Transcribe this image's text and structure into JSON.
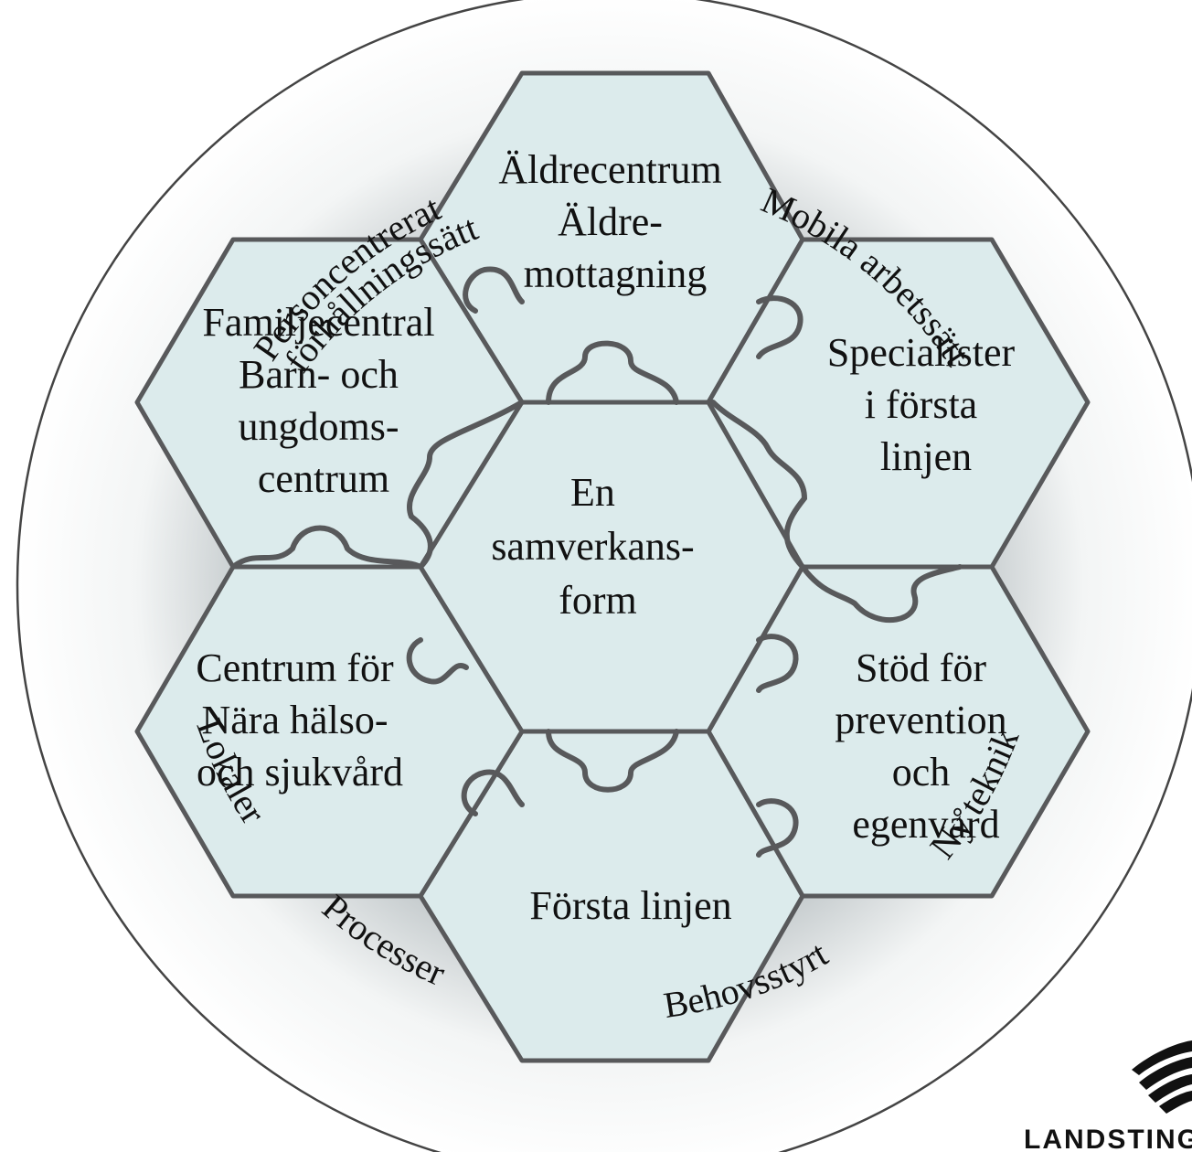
{
  "colors": {
    "hex_fill": "#dcebec",
    "hex_stroke": "#58595b",
    "ring_fill": "#ffffff",
    "ring_shadow": "#b9c0c2",
    "ring_stroke": "#444444",
    "text": "#111111"
  },
  "center": {
    "lines": [
      "En",
      "samverkans-",
      "form"
    ]
  },
  "hexagons": [
    {
      "id": "top",
      "lines": [
        "Äldrecentrum",
        "Äldre-",
        "mottagning"
      ]
    },
    {
      "id": "top-right",
      "lines": [
        "Specialister",
        "i första",
        "linjen"
      ]
    },
    {
      "id": "bottom-right",
      "lines": [
        "Stöd för",
        "prevention",
        "och",
        "egenvård"
      ]
    },
    {
      "id": "bottom",
      "lines": [
        "Första linjen"
      ]
    },
    {
      "id": "bottom-left",
      "lines": [
        "Centrum för",
        "Nära hälso-",
        "och sjukvård"
      ]
    },
    {
      "id": "top-left",
      "lines": [
        "Familjecentral",
        "Barn- och",
        "ungdoms-",
        "centrum"
      ]
    }
  ],
  "ring_labels": {
    "personcentrerat_1": "Personcentrerat",
    "personcentrerat_2": "förhållningssätt",
    "mobila": "Mobila arbetssätt",
    "ny_teknik": "Ny teknik",
    "behovsstyrt": "Behovsstyrt",
    "processer": "Processer",
    "lokaler": "Lokaler"
  },
  "logo": {
    "text": "LANDSTING",
    "icon": "landsting-logo-icon"
  }
}
